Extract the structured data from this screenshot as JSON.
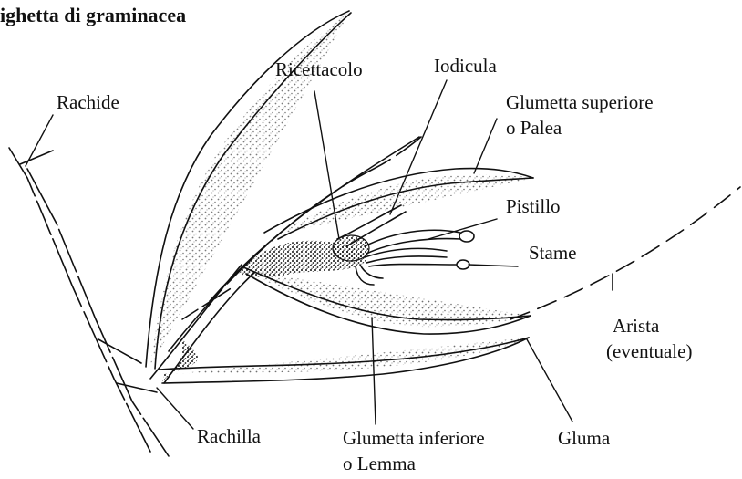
{
  "title": "ighetta di graminacea",
  "labels": {
    "rachide": "Rachide",
    "ricettacolo": "Ricettacolo",
    "iodicula": "Iodicula",
    "glumetta_superiore_1": "Glumetta superiore",
    "glumetta_superiore_2": "o Palea",
    "pistillo": "Pistillo",
    "stame": "Stame",
    "arista_1": "Arista",
    "arista_2": "(eventuale)",
    "rachilla": "Rachilla",
    "glumetta_inferiore_1": "Glumetta inferiore",
    "glumetta_inferiore_2": "o Lemma",
    "gluma": "Gluma"
  },
  "colors": {
    "ink": "#111111",
    "background": "#ffffff"
  }
}
